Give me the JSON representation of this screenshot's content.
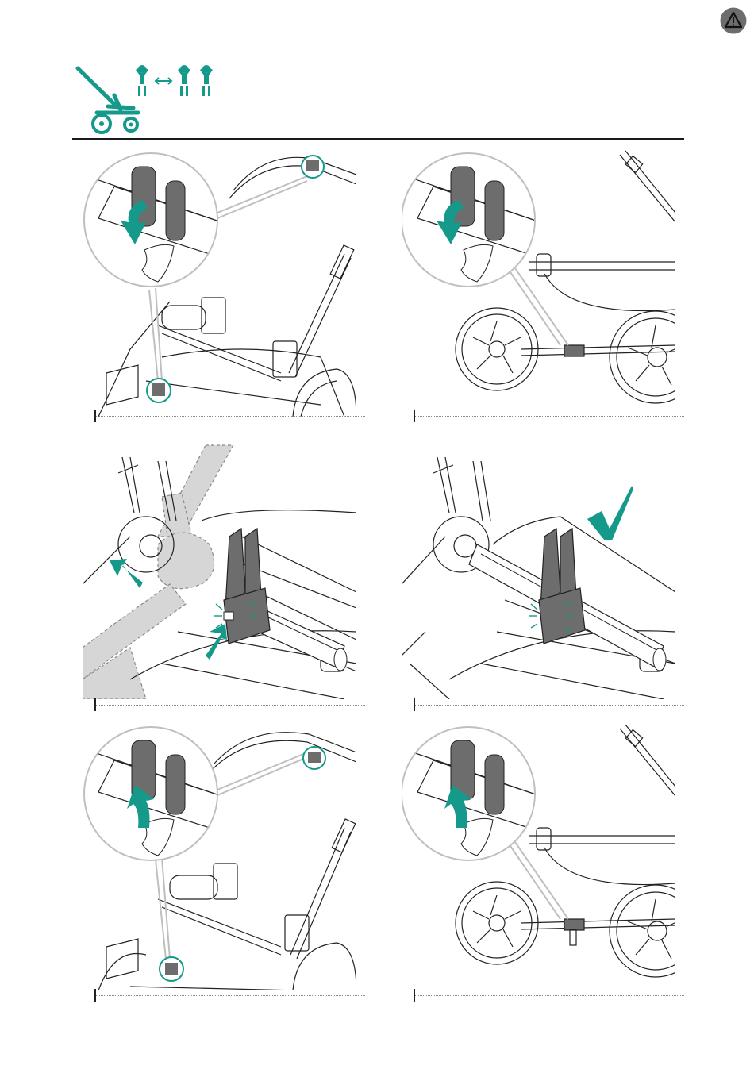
{
  "header": {
    "stroller_icon": "stroller-icon",
    "mode_icon": "single-to-double-seat-icon",
    "warning_icon": "warning-icon"
  },
  "colors": {
    "accent": "#15998a",
    "line": "#222222",
    "gray_part": "#6d6d6d",
    "ghost": "#d6d6d6"
  },
  "steps": [
    {
      "id": 1,
      "scene": "rear-axle-overview",
      "action": "press-release-down",
      "arrow": "down"
    },
    {
      "id": 2,
      "scene": "front-axle-overview",
      "action": "press-release-down",
      "arrow": "down"
    },
    {
      "id": 3,
      "scene": "adapter-insertion",
      "action": "slide-adapter-onto-axle",
      "arrow": "inward"
    },
    {
      "id": 4,
      "scene": "adapter-locked",
      "action": "confirm-click",
      "arrow": "check"
    },
    {
      "id": 5,
      "scene": "rear-axle-overview",
      "action": "press-release-up",
      "arrow": "up"
    },
    {
      "id": 6,
      "scene": "front-axle-overview",
      "action": "press-release-up",
      "arrow": "up"
    }
  ]
}
